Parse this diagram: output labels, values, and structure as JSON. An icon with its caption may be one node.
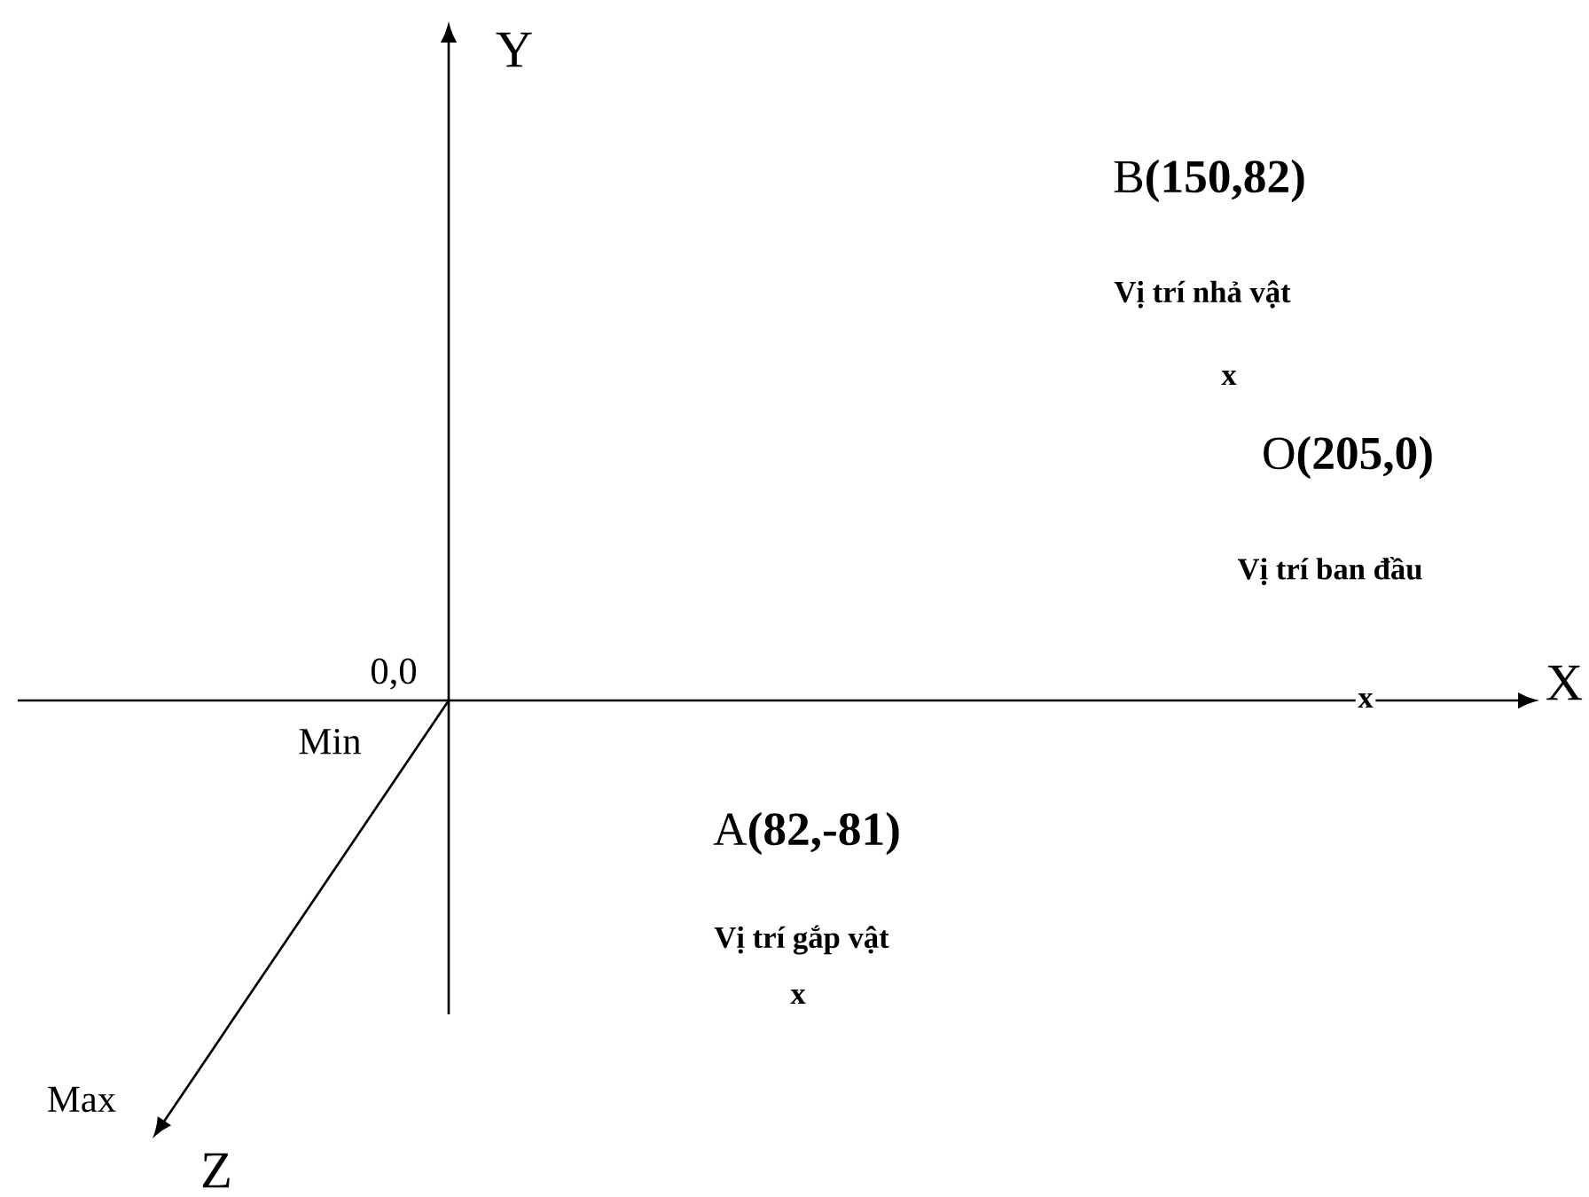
{
  "diagram": {
    "labels": [
      "Y",
      "B**(150,82)**",
      "Vị trí nhả vật",
      "x",
      "O**(205,0)**",
      "Vị trí ban đầu",
      "0,0",
      "x",
      "X",
      "Min",
      "A**(82,-81)**",
      "Vị trí gắp vật",
      "x",
      "Max",
      "Z"
    ]
  }
}
